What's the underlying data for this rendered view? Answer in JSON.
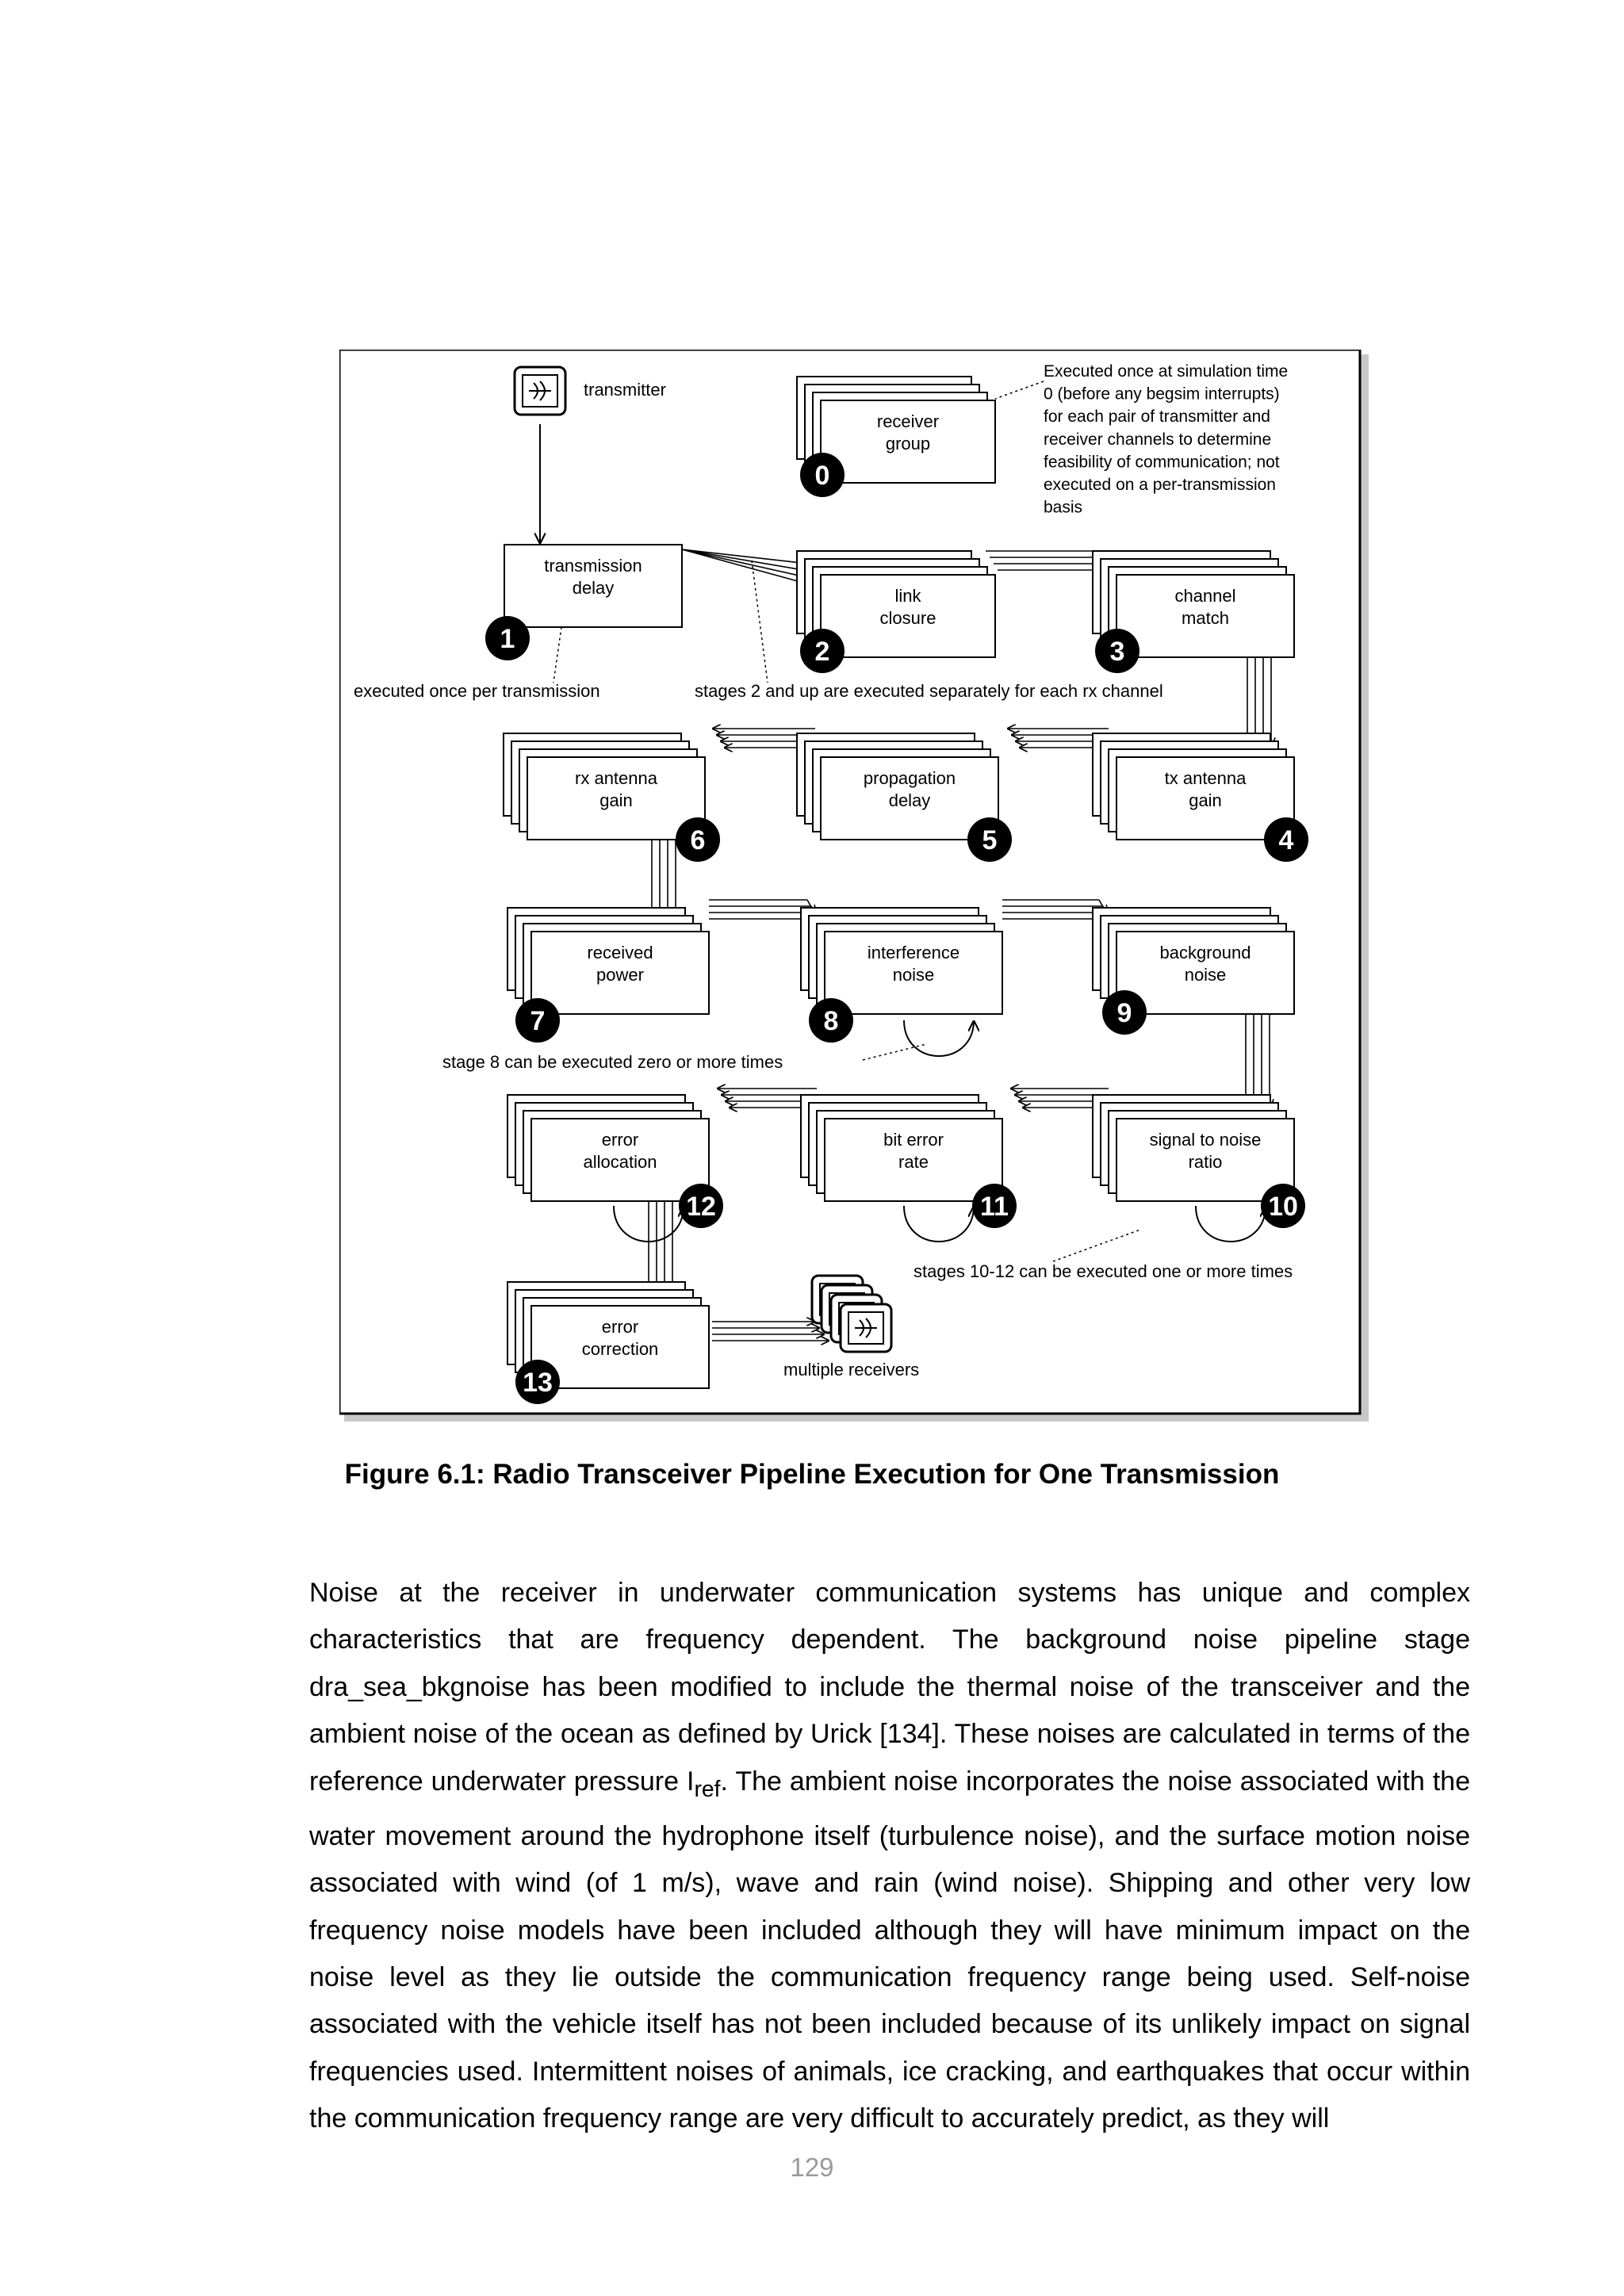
{
  "figure": {
    "transmitter_label": "transmitter",
    "multiple_receivers_label": "multiple receivers",
    "stages": [
      {
        "number": "0",
        "line1": "receiver",
        "line2": "group"
      },
      {
        "number": "1",
        "line1": "transmission",
        "line2": "delay"
      },
      {
        "number": "2",
        "line1": "link",
        "line2": "closure"
      },
      {
        "number": "3",
        "line1": "channel",
        "line2": "match"
      },
      {
        "number": "4",
        "line1": "tx antenna",
        "line2": "gain"
      },
      {
        "number": "5",
        "line1": "propagation",
        "line2": "delay"
      },
      {
        "number": "6",
        "line1": "rx antenna",
        "line2": "gain"
      },
      {
        "number": "7",
        "line1": "received",
        "line2": "power"
      },
      {
        "number": "8",
        "line1": "interference",
        "line2": "noise"
      },
      {
        "number": "9",
        "line1": "background",
        "line2": "noise"
      },
      {
        "number": "10",
        "line1": "signal to noise",
        "line2": "ratio"
      },
      {
        "number": "11",
        "line1": "bit error",
        "line2": "rate"
      },
      {
        "number": "12",
        "line1": "error",
        "line2": "allocation"
      },
      {
        "number": "13",
        "line1": "error",
        "line2": "correction"
      }
    ],
    "notes": {
      "receiver_group_note": [
        "Executed once at simulation time",
        "0 (before any begsim interrupts)",
        "for each pair of transmitter and",
        "receiver channels to determine",
        "feasibility of communication; not",
        "executed on a per-transmission",
        "basis"
      ],
      "once_per_transmission": "executed once per transmission",
      "stages_2_and_up": "stages 2 and up are executed separately for each rx channel",
      "stage_8": "stage 8 can be executed zero or more times",
      "stages_10_12": "stages 10-12 can be executed one or more times"
    }
  },
  "caption": "Figure 6.1: Radio Transceiver Pipeline Execution for One Transmission",
  "body": {
    "para_before": "Noise at the receiver in underwater communication systems has unique and complex characteristics that are frequency dependent. The background noise pipeline stage dra_sea_bkgnoise has been modified to include the thermal noise of the transceiver and the ambient noise of the ocean as defined by Urick [134]. These noises are calculated in terms of the reference underwater pressure I",
    "subscript": "ref",
    "para_after": ". The ambient noise incorporates the noise associated with the water movement around the hydrophone itself (turbulence noise), and the surface motion noise associated with wind (of 1 m/s), wave and rain (wind noise). Shipping and other very low frequency noise models have been included although they will have minimum impact on the noise level as they lie outside the communication frequency range being used. Self-noise associated with the vehicle itself has not been included because of its unlikely impact on signal frequencies used. Intermittent noises of animals, ice cracking, and earthquakes that occur within the communication frequency range are very difficult to accurately predict, as they will"
  },
  "page_number": "129"
}
